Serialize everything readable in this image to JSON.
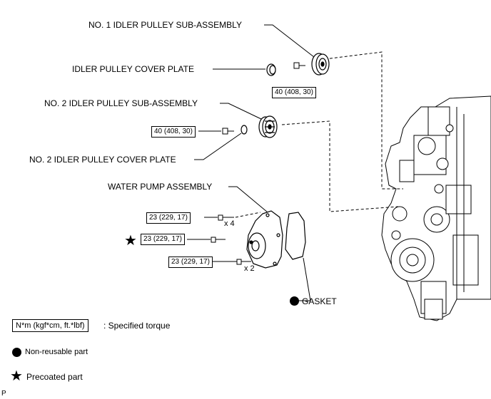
{
  "parts": {
    "idler1": "NO. 1 IDLER PULLEY SUB-ASSEMBLY",
    "cover_plate": "IDLER PULLEY COVER PLATE",
    "idler2": "NO. 2 IDLER PULLEY SUB-ASSEMBLY",
    "cover_plate2": "NO. 2 IDLER PULLEY COVER PLATE",
    "water_pump": "WATER PUMP ASSEMBLY",
    "gasket": "GASKET"
  },
  "torques": {
    "idler1_bolt": "40 (408, 30)",
    "idler2_bolt": "40 (408, 30)",
    "pump_bolt_a": "23 (229, 17)",
    "pump_bolt_b": "23 (229, 17)",
    "pump_bolt_c": "23 (229, 17)"
  },
  "quantities": {
    "pump_bolt_a": "x 4",
    "pump_bolt_c": "x 2"
  },
  "legend": {
    "torque_unit": "N*m (kgf*cm, ft.*lbf)",
    "torque_desc": ": Specified torque",
    "non_reusable": "Non-reusable part",
    "precoated": "Precoated part"
  },
  "corner_mark": "P",
  "symbols": {
    "non_reusable": "filled-circle-icon",
    "precoated": "star-icon"
  }
}
